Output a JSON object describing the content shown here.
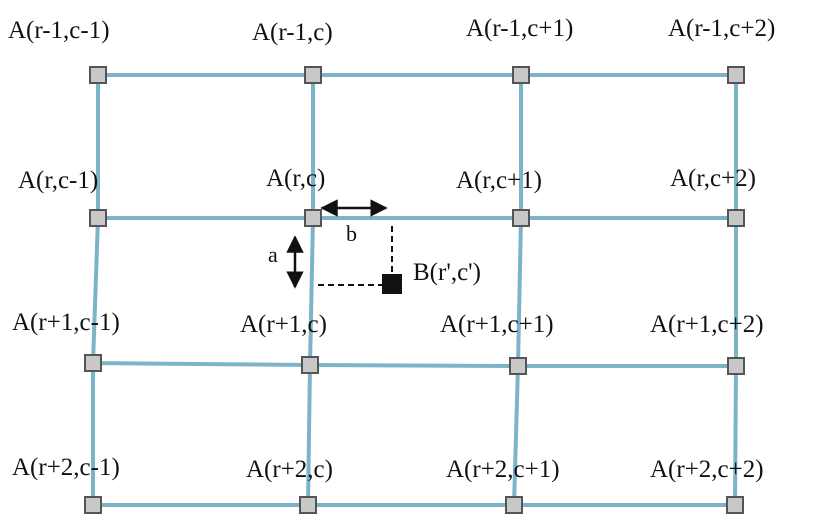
{
  "colors": {
    "grid_line": "#7bb3c9",
    "node_fill": "#c8c8c8",
    "node_stroke": "#555555",
    "target_fill": "#111111",
    "text": "#111111"
  },
  "labels": {
    "r0": [
      "A(r-1,c-1)",
      "A(r-1,c)",
      "A(r-1,c+1)",
      "A(r-1,c+2)"
    ],
    "r1": [
      "A(r,c-1)",
      "A(r,c)",
      "A(r,c+1)",
      "A(r,c+2)"
    ],
    "r2": [
      "A(r+1,c-1)",
      "A(r+1,c)",
      "A(r+1,c+1)",
      "A(r+1,c+2)"
    ],
    "r3": [
      "A(r+2,c-1)",
      "A(r+2,c)",
      "A(r+2,c+1)",
      "A(r+2,c+2)"
    ]
  },
  "target_label": "B(r',c')",
  "offset_a": "a",
  "offset_b": "b",
  "icons": {
    "grid_node": "gray-square",
    "target_point": "black-square",
    "offset_arrows": "double-headed-arrow",
    "projection_lines": "dashed-line"
  }
}
